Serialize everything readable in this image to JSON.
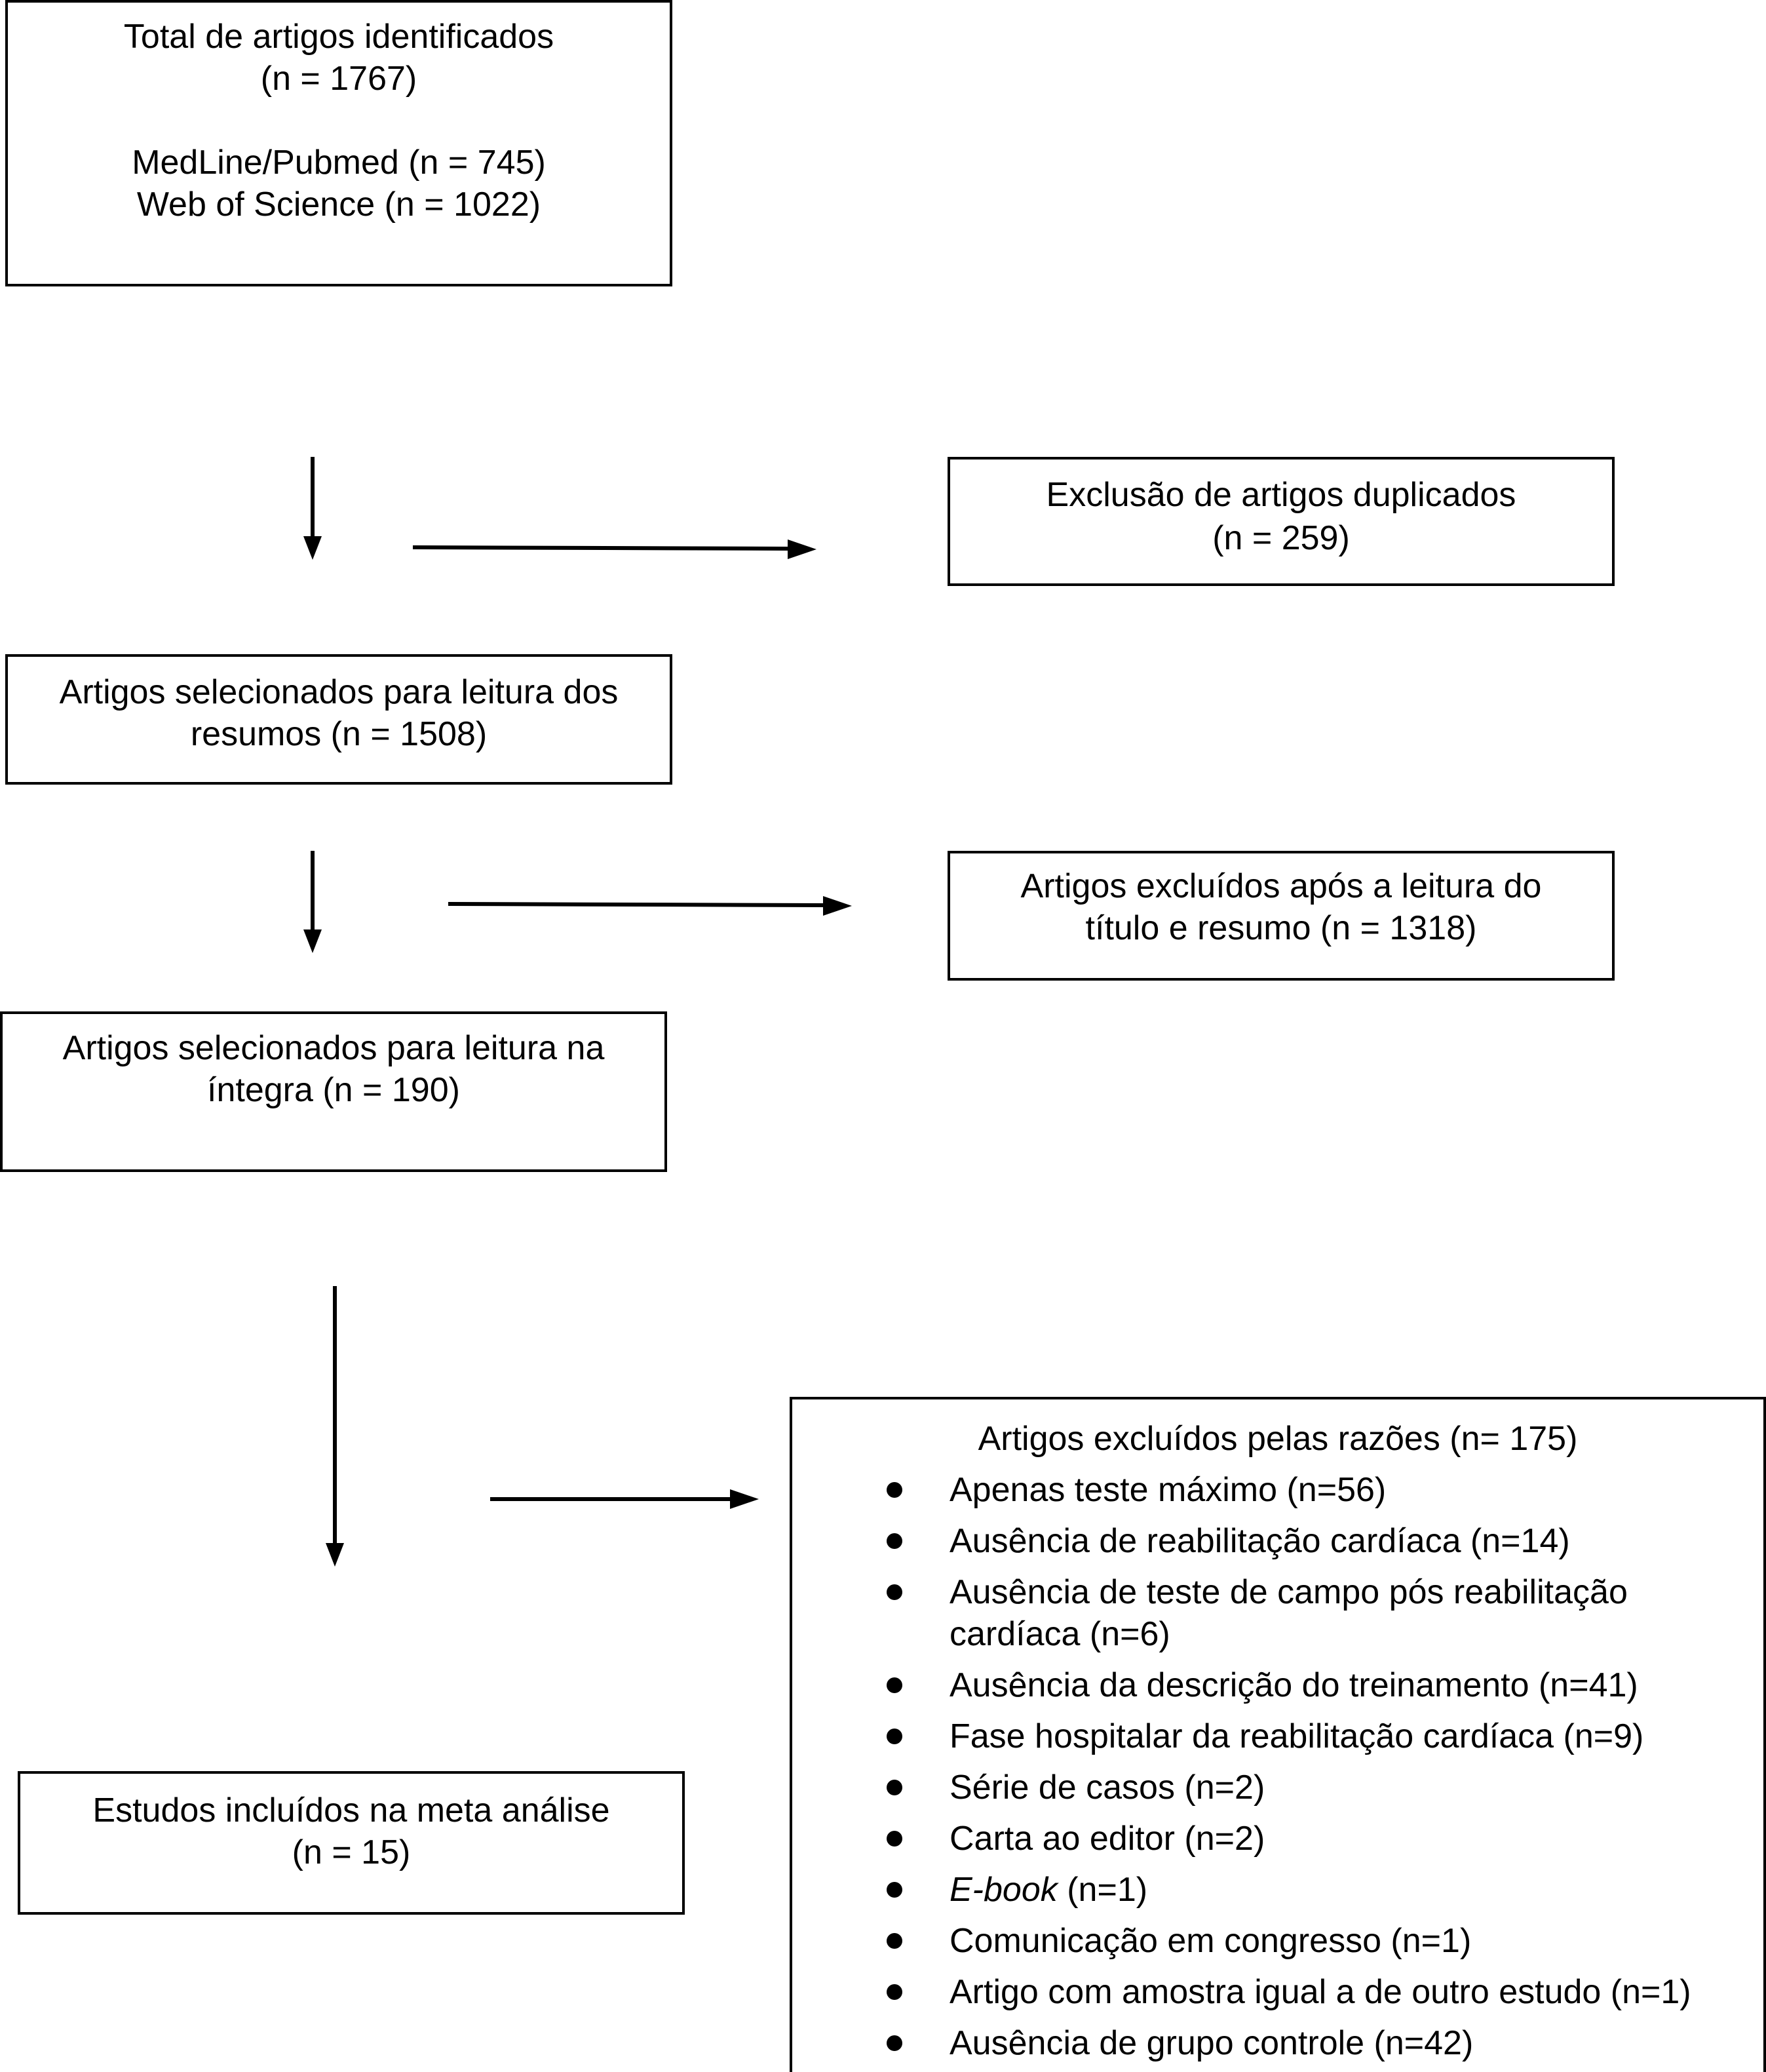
{
  "box_identified": {
    "line1": "Total de artigos identificados",
    "line2": "(n = 1767)",
    "line3": "MedLine/Pubmed (n = 745)",
    "line4": "Web of Science (n = 1022)"
  },
  "box_duplicates": {
    "line1": "Exclusão de artigos duplicados",
    "line2": "(n = 259)"
  },
  "box_abstracts": {
    "line1": "Artigos selecionados para leitura dos",
    "line2": "resumos (n = 1508)"
  },
  "box_excluded_title": {
    "line1": "Artigos excluídos após a leitura do",
    "line2": "título e resumo (n = 1318)"
  },
  "box_fulltext": {
    "line1": "Artigos selecionados para leitura na",
    "line2": "íntegra (n = 190)"
  },
  "box_included": {
    "line1": "Estudos incluídos na meta análise",
    "line2": "(n = 15)"
  },
  "box_reasons": {
    "title": "Artigos excluídos pelas razões (n= 175)",
    "items": [
      {
        "line1": "Apenas teste máximo (n=56)",
        "line2": ""
      },
      {
        "line1": "Ausência de reabilitação cardíaca (n=14)",
        "line2": ""
      },
      {
        "line1": "Ausência de teste de campo pós reabilitação",
        "line2": "cardíaca (n=6)"
      },
      {
        "line1": "Ausência da descrição do treinamento (n=41)",
        "line2": ""
      },
      {
        "line1": "Fase hospitalar da reabilitação cardíaca (n=9)",
        "line2": ""
      },
      {
        "line1": "Série de casos (n=2)",
        "line2": ""
      },
      {
        "line1": "Carta ao editor (n=2)",
        "line2": ""
      },
      {
        "line1_italic": "E-book",
        "line1_rest": " (n=1)",
        "line2": ""
      },
      {
        "line1": "Comunicação em congresso (n=1)",
        "line2": ""
      },
      {
        "line1": "Artigo com amostra igual a de outro estudo (n=1)",
        "line2": ""
      },
      {
        "line1": "Ausência de grupo controle (n=42)",
        "line2": ""
      }
    ]
  }
}
